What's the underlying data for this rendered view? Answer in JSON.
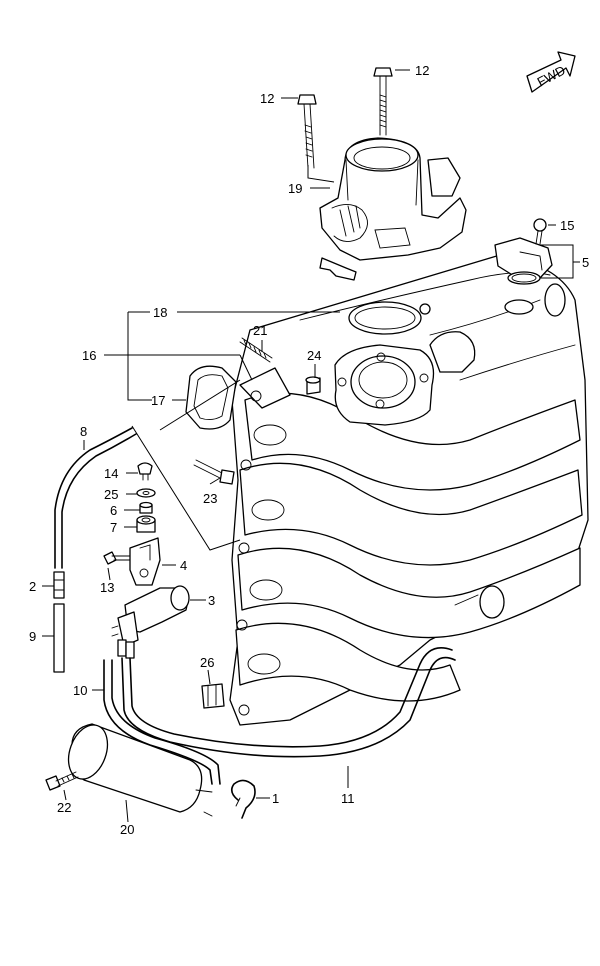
{
  "diagram": {
    "fwd_label": "FWD",
    "callouts": {
      "c1": "1",
      "c2": "2",
      "c3": "3",
      "c4": "4",
      "c5": "5",
      "c6": "6",
      "c7": "7",
      "c8": "8",
      "c9": "9",
      "c10": "10",
      "c11": "11",
      "c12a": "12",
      "c12b": "12",
      "c13": "13",
      "c14": "14",
      "c15": "15",
      "c16": "16",
      "c17": "17",
      "c18": "18",
      "c19": "19",
      "c20": "20",
      "c21": "21",
      "c22": "22",
      "c23": "23",
      "c24": "24",
      "c25": "25",
      "c26": "26"
    }
  }
}
